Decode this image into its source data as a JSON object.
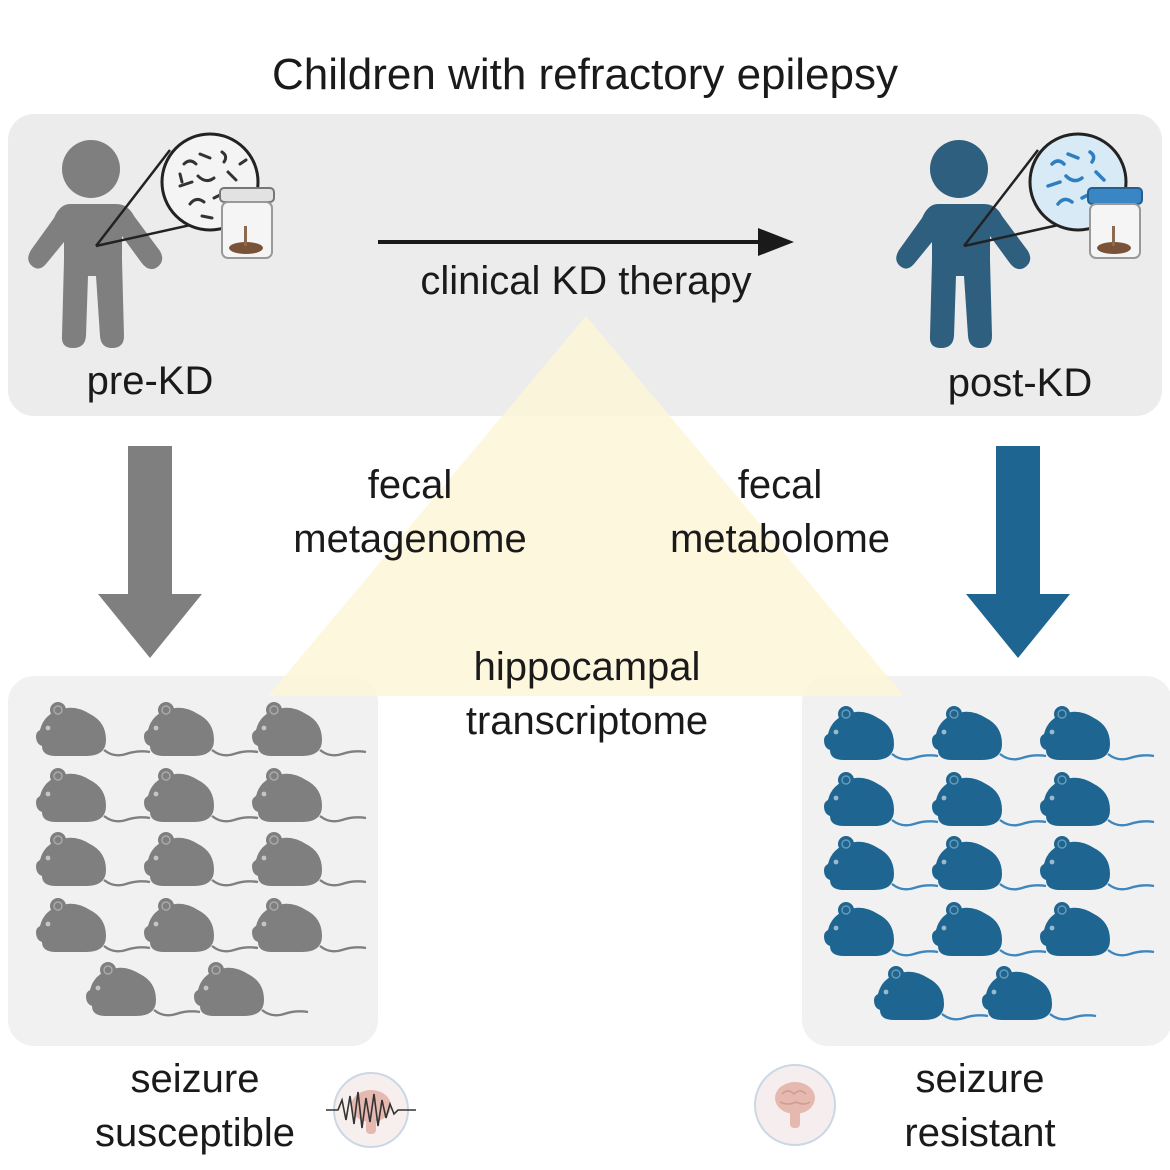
{
  "title": "Children with refractory epilepsy",
  "pre_label": "pre-KD",
  "post_label": "post-KD",
  "therapy_label": "clinical KD therapy",
  "metagenome": [
    "fecal",
    "metagenome"
  ],
  "metabolome": [
    "fecal",
    "metabolome"
  ],
  "transcriptome": [
    "hippocampal",
    "transcriptome"
  ],
  "left_outcome": [
    "seizure",
    "susceptible"
  ],
  "right_outcome": [
    "seizure",
    "resistant"
  ],
  "mice_count_each_group": 14,
  "colors": {
    "pre": "#7f7f7f",
    "post": "#1e6691",
    "panel": "#ececec",
    "triangle": "#fdf6d8"
  },
  "icons": [
    "child-figure-icon",
    "magnifier-bacteria-icon",
    "stool-sample-jar-icon",
    "mouse-icon",
    "eeg-wave-icon",
    "brain-icon"
  ]
}
